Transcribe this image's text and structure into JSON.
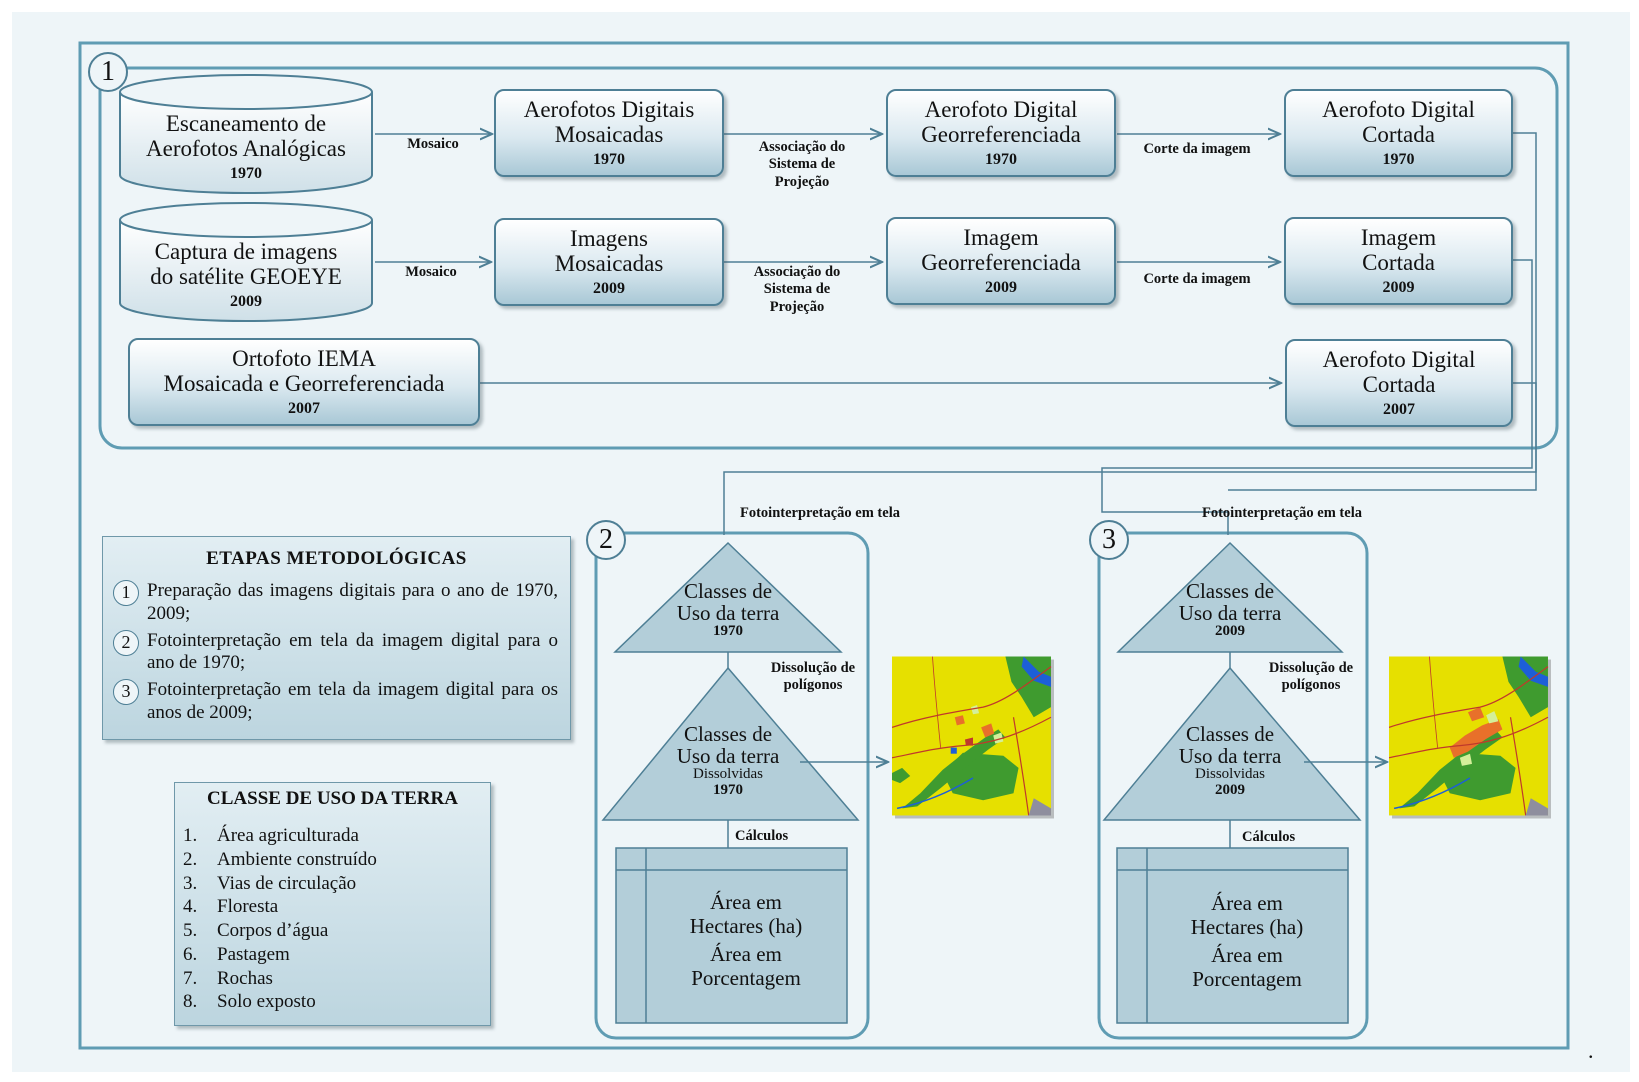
{
  "step1": {
    "number": "1",
    "row1": {
      "source": {
        "line1": "Escaneamento de",
        "line2": "Aerofotos Analógicas",
        "year": "1970"
      },
      "arrow1": "Mosaico",
      "box2": {
        "line1": "Aerofotos Digitais",
        "line2": "Mosaicadas",
        "year": "1970"
      },
      "arrow2": {
        "line1": "Associação do",
        "line2": "Sistema de",
        "line3": "Projeção"
      },
      "box3": {
        "line1": "Aerofoto Digital",
        "line2": "Georreferenciada",
        "year": "1970"
      },
      "arrow3": "Corte da imagem",
      "box4": {
        "line1": "Aerofoto Digital",
        "line2": "Cortada",
        "year": "1970"
      }
    },
    "row2": {
      "source": {
        "line1": "Captura de imagens",
        "line2": "do satélite GEOEYE",
        "year": "2009"
      },
      "arrow1": "Mosaico",
      "box2": {
        "line1": "Imagens",
        "line2": "Mosaicadas",
        "year": "2009"
      },
      "arrow2": {
        "line1": "Associação do",
        "line2": "Sistema de",
        "line3": "Projeção"
      },
      "box3": {
        "line1": "Imagem",
        "line2": "Georreferenciada",
        "year": "2009"
      },
      "arrow3": "Corte da imagem",
      "box4": {
        "line1": "Imagem",
        "line2": "Cortada",
        "year": "2009"
      }
    },
    "row3": {
      "source": {
        "line1": "Ortofoto IEMA",
        "line2": "Mosaicada e Georreferenciada",
        "year": "2007"
      },
      "box4": {
        "line1": "Aerofoto Digital",
        "line2": "Cortada",
        "year": "2007"
      }
    }
  },
  "step2": {
    "number": "2",
    "header": "Fotointerpretação em tela",
    "tri_top": {
      "line1": "Classes de",
      "line2": "Uso  da terra",
      "year": "1970"
    },
    "dissolve": {
      "line1": "Dissolução de",
      "line2": "polígonos"
    },
    "tri_bottom": {
      "line1": "Classes de",
      "line2": "Uso  da terra",
      "line3": "Dissolvidas",
      "year": "1970"
    },
    "calc_label": "Cálculos",
    "calc": {
      "line1": "Área em",
      "line2": "Hectares (ha)",
      "line3": "Área em",
      "line4": "Porcentagem"
    }
  },
  "step3": {
    "number": "3",
    "header": "Fotointerpretação em tela",
    "tri_top": {
      "line1": "Classes de",
      "line2": "Uso  da terra",
      "year": "2009"
    },
    "dissolve": {
      "line1": "Dissolução de",
      "line2": "polígonos"
    },
    "tri_bottom": {
      "line1": "Classes de",
      "line2": "Uso  da terra",
      "line3": "Dissolvidas",
      "year": "2009"
    },
    "calc_label": "Cálculos",
    "calc": {
      "line1": "Área em",
      "line2": "Hectares (ha)",
      "line3": "Área em",
      "line4": "Porcentagem"
    }
  },
  "etapas": {
    "title": "ETAPAS METODOLÓGICAS",
    "items": [
      {
        "num": "1",
        "text": "Preparação das imagens digitais para o ano de 1970, 2009;"
      },
      {
        "num": "2",
        "text": "Fotointerpretação em tela da imagem digital para o ano de 1970;"
      },
      {
        "num": "3",
        "text": "Fotointerpretação em tela da imagem digital para os anos de 2009;"
      }
    ]
  },
  "classes": {
    "title": "CLASSE DE USO DA TERRA",
    "items": [
      {
        "num": "1.",
        "text": "Área agriculturada"
      },
      {
        "num": "2.",
        "text": "Ambiente construído"
      },
      {
        "num": "3.",
        "text": "Vias de circulação"
      },
      {
        "num": "4.",
        "text": "Floresta"
      },
      {
        "num": "5.",
        "text": "Corpos d’água"
      },
      {
        "num": "6.",
        "text": "Pastagem"
      },
      {
        "num": "7.",
        "text": "Rochas"
      },
      {
        "num": "8.",
        "text": "Solo exposto"
      }
    ]
  },
  "trailing_mark": ".",
  "colors": {
    "background": "#eef5f8",
    "frame": "#5f9cb3",
    "box_border": "#4e7f95",
    "map_agriculture": "#e6e000",
    "map_forest": "#3f9b2f",
    "map_water": "#1d5fd8",
    "map_roads": "#c0392b",
    "map_pasture": "#d4ef9a",
    "map_built": "#e8702a",
    "map_rock": "#8e8e9e"
  }
}
